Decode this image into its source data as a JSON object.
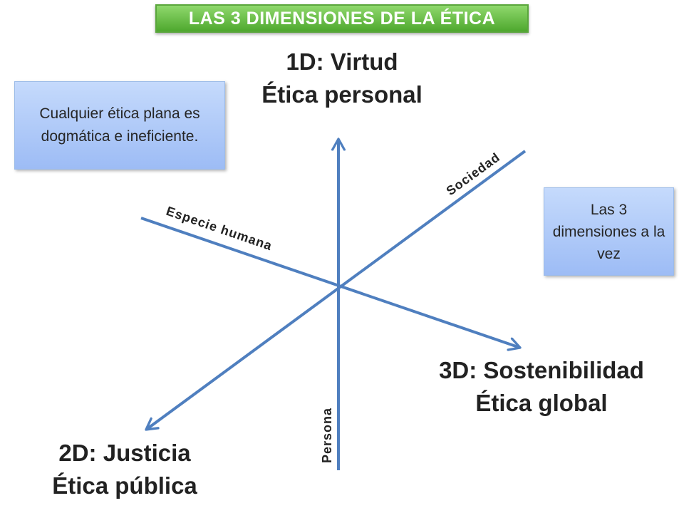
{
  "title": "LAS 3 DIMENSIONES DE LA ÉTICA",
  "dimensions": {
    "d1": {
      "title": "1D: Virtud",
      "subtitle": "Ética personal"
    },
    "d2": {
      "title": "2D: Justicia",
      "subtitle": "Ética pública"
    },
    "d3": {
      "title": "3D: Sostenibilidad",
      "subtitle": "Ética global"
    }
  },
  "notes": {
    "flat_ethics": "Cualquier ética plana es dogmática e ineficiente.",
    "all_dimensions": "Las 3 dimensiones a la vez"
  },
  "axes": {
    "person": "Persona",
    "society": "Sociedad",
    "species": "Especie humana"
  },
  "colors": {
    "axis": "#4f7fbf",
    "banner": "#5cb536",
    "note_fill": "#b7cffa",
    "text": "#222222"
  }
}
